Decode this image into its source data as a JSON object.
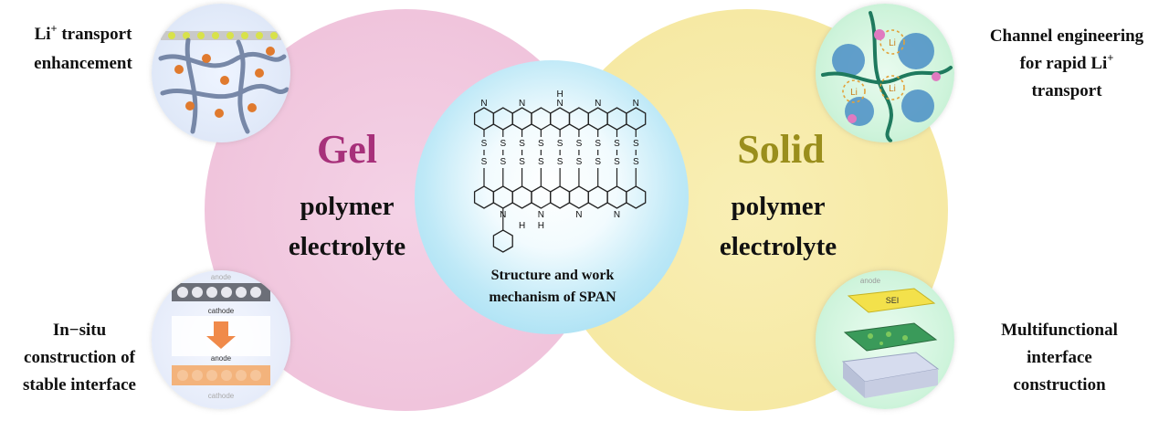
{
  "center": {
    "caption_line1": "Structure and work",
    "caption_line2": "mechanism of SPAN"
  },
  "gel": {
    "title": "Gel",
    "line1": "polymer",
    "line2": "electrolyte",
    "color": "#a7307a"
  },
  "solid": {
    "title": "Solid",
    "line1": "polymer",
    "line2": "electrolyte",
    "color": "#9a8e1c"
  },
  "top_left": {
    "line1_main": "Li",
    "line1_sup": "+",
    "line1_rest": " transport",
    "line2": "enhancement"
  },
  "bottom_left": {
    "line1": "In−situ",
    "line2": "construction of",
    "line3": "stable interface",
    "inner_anode_top": "anode",
    "inner_cathode": "cathode",
    "inner_anode": "anode",
    "inner_cathode_bottom": "cathode"
  },
  "top_right": {
    "line1": "Channel engineering",
    "line2_main": "for rapid Li",
    "line2_sup": "+",
    "line3": "transport",
    "inner_li_1": "Li",
    "inner_li_2": "Li",
    "inner_li_3": "Li"
  },
  "bottom_right": {
    "line1": "Multifunctional",
    "line2": "interface",
    "line3": "construction",
    "inner_sei": "SEI",
    "inner_anode": "anode"
  },
  "structure": {
    "atom_s": "S",
    "atom_n": "N",
    "atom_h": "H"
  }
}
